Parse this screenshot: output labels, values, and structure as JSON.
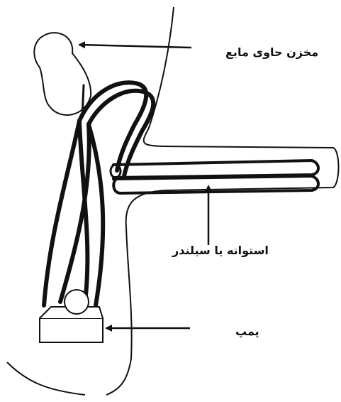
{
  "labels": {
    "reservoir": "مخزن حاوی مایع",
    "cylinder": "استوانه یا سیلندر",
    "pump": "پمپ"
  },
  "colors": {
    "ink": "#111111",
    "background": "#ffffff"
  }
}
